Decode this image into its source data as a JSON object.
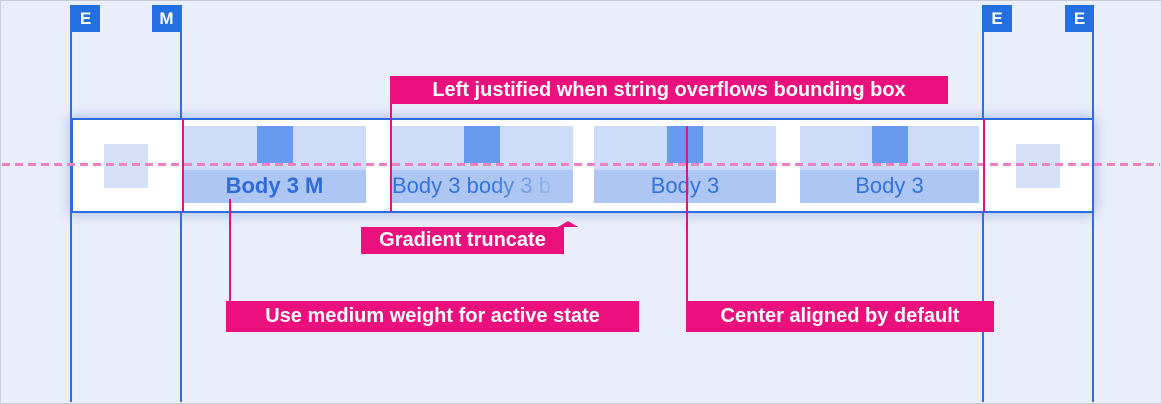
{
  "markers": {
    "left_edge": "E",
    "left_margin": "M",
    "right_margin": "E",
    "right_edge": "E"
  },
  "tab_bar": {
    "tabs": [
      {
        "label": "Body 3 M",
        "state": "active",
        "alignment": "center",
        "weight": "medium"
      },
      {
        "label": "Body 3 body 3 b",
        "state": "default",
        "alignment": "left",
        "truncation": "gradient"
      },
      {
        "label": "Body 3",
        "state": "default",
        "alignment": "center"
      },
      {
        "label": "Body 3",
        "state": "default",
        "alignment": "center"
      }
    ]
  },
  "annotations": {
    "left_justified": "Left justified when string overflows bounding box",
    "gradient_truncate": "Gradient truncate",
    "medium_weight": "Use medium weight for active state",
    "center_aligned": "Center aligned by default"
  },
  "colors": {
    "background": "#e9eefa",
    "guide_blue": "#2e6ee0",
    "marker_blue": "#2470e3",
    "tab_top_fill": "#ccdcf8",
    "tab_label_band": "#aec6f3",
    "icon_fill": "#689af0",
    "placeholder_fill": "#d4e1f9",
    "tab_text": "#3274de",
    "annotation_pink": "#ec0f7e",
    "dashed_line_pink": "#ef80c2"
  }
}
